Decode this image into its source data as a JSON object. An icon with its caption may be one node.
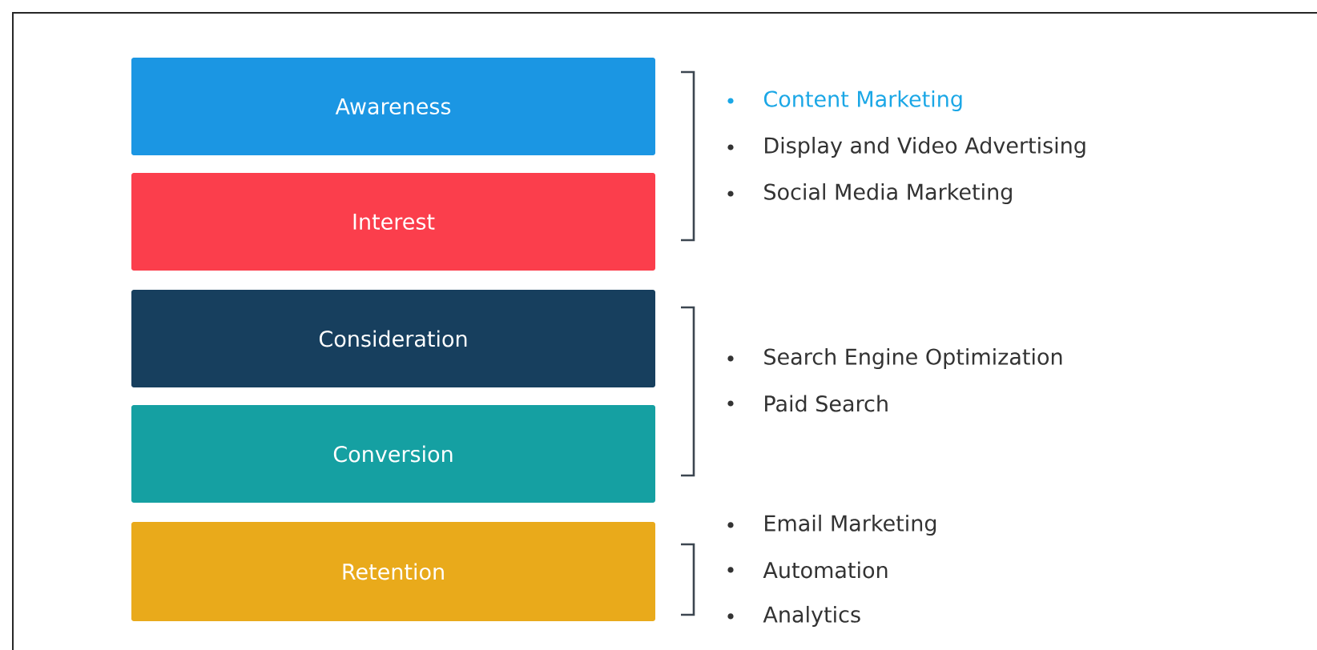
{
  "diagram": {
    "nodes": [
      {
        "text": [
          "Awareness"
        ]
      },
      {
        "text": [
          "Interest"
        ]
      },
      {
        "text": [
          "Consideration"
        ]
      },
      {
        "text": [
          "Conversion"
        ]
      },
      {
        "text": [
          "Retention"
        ]
      }
    ],
    "labels": [
      "Content Marketing",
      "Display and Video Advertising",
      "Social Media Marketing",
      "Search Engine Optimization",
      "Paid Search",
      "Email Marketing",
      "Automation",
      "Analytics"
    ]
  }
}
